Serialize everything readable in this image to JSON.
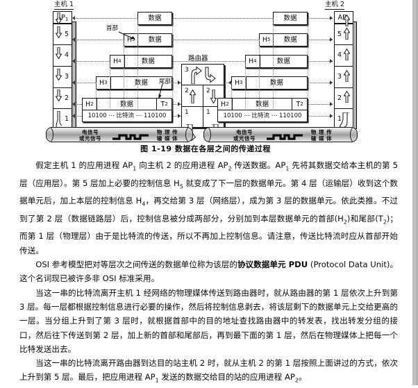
{
  "figure": {
    "caption": "图 1-19    数据在各层之间的传递过程",
    "host1": {
      "title": "主机 1",
      "top_label": "AP",
      "top_sub": "1",
      "layers": [
        "5",
        "4",
        "3",
        "2",
        "1"
      ]
    },
    "host2": {
      "title": "主机 2",
      "top_label": "AP",
      "top_sub": "2",
      "layers": [
        "5",
        "4",
        "3",
        "2",
        "1"
      ]
    },
    "router": {
      "title": "路由器",
      "in_layers": [
        "3",
        "2",
        "1"
      ],
      "out_layers": [
        "3",
        "2",
        "1"
      ]
    },
    "callouts": {
      "header": "首部",
      "trailer": "尾部"
    },
    "data_label": "数据",
    "pdus": [
      {
        "header": "",
        "data": "数据",
        "trailer": ""
      },
      {
        "header": "H",
        "header_sub": "5",
        "data": "数据",
        "trailer": ""
      },
      {
        "header": "H",
        "header_sub": "4",
        "data": "数据",
        "trailer": ""
      },
      {
        "header": "H",
        "header_sub": "3",
        "data": "数据",
        "trailer": ""
      },
      {
        "header": "H",
        "header_sub": "2",
        "data": "数据",
        "trailer": "T",
        "trailer_sub": "2"
      }
    ],
    "bitstream": "10100 ⋯ 比特流 ⋯ 110100",
    "media": {
      "signal_line1": "电信号",
      "signal_line2": "或光信号",
      "medium_line1": "物 理 传",
      "medium_line2": "输 媒 体"
    }
  },
  "paragraphs": {
    "p1_a": "假定主机 1 的应用进程 AP",
    "p1_b": " 向主机 2 的应用进程 AP",
    "p1_c": " 传送数据。AP",
    "p1_d": " 先将其数据交给本主机的第 5 层（应用层）。第 5 层加上必要的控制信息 H",
    "p1_e": " 就变成了下一层的数据单元。第 4 层（运输层）收到这个数据单元后，加上本层的控制信息 H",
    "p1_f": "，再交给第 3 层（网络层），成为第 3 层的数据单元。依此类推。不过到了第 2 层（数据链路层）后，控制信息被分成两部分，分别加到本层数据单元的首部(H",
    "p1_g": ")和尾部(T",
    "p1_h": ")；而第 1 层（物理层）由于是比特流的传送，所以不再加上控制信息。请注意，传送比特流时应从首部开始传送。",
    "p2_a": "OSI 参考模型把对等层次之间传送的数据单位称为该层的",
    "p2_bold": "协议数据单元 PDU",
    "p2_b": " (Protocol Data Unit)。这个名词现已被许多非 OSI 标准采用。",
    "p3": "当这一串的比特流离开主机 1 经网络的物理媒体传送到路由器时，就从路由器的第 1 层依次上升到第 3 层。每一层都根据控制信息进行必要的操作，然后将控制信息剥去，将该层剩下的数据单元上交给更高的一层。当分组上升到了第 3 层时，就根据首部中的目的地址查找路由器中的转发表，找出转发分组的接口，然后往下传送到第 2 层，加上新的首部和尾部后，再到最下面的第 1 层，然后在物理媒体上把每一个比特发送出去。",
    "p4_a": "当这一串的比特流离开路由器到达目的站主机 2 时，就从主机 2 的第 1 层按照上面讲过的方式，依次上升到第 5 层。最后，把应用进程 AP",
    "p4_b": " 发送的数据交给目的站的应用进程 AP",
    "p4_c": "。",
    "sub1": "1",
    "sub2": "2",
    "sub3": "3",
    "sub4": "4",
    "sub5": "5"
  }
}
